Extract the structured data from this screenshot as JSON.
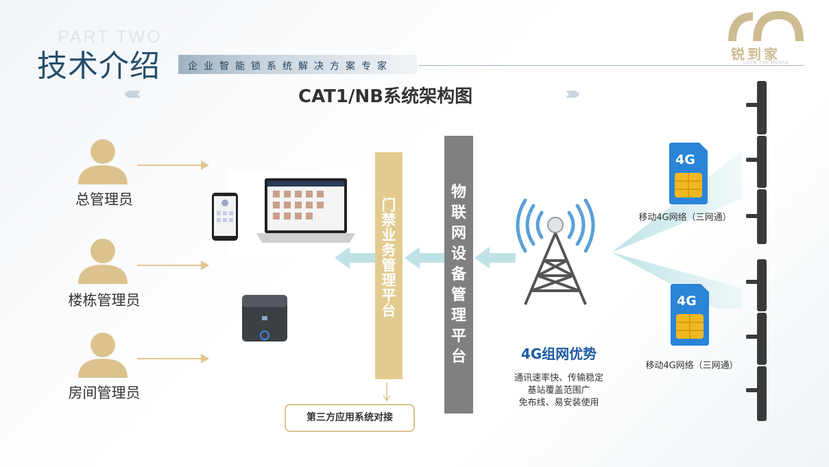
{
  "header": {
    "part_label": "PART TWO",
    "title": "技术介绍",
    "subtitle": "企业智能锁系统解决方案专家",
    "logo_text": "锐到家",
    "logo_sub": "LOCK THE HOUSE"
  },
  "diagram": {
    "title": "CAT1/NB系统架构图",
    "roles": [
      "总管理员",
      "楼栋管理员",
      "房间管理员"
    ],
    "access_platform": "门禁业务管理平台",
    "iot_platform": "物联网设备管理平台",
    "third_party": "第三方应用系统对接",
    "advantage": {
      "title": "4G组网优势",
      "lines": [
        "通讯速率快、传输稳定",
        "基站覆盖范围广",
        "免布线、易安装使用"
      ]
    },
    "networks": [
      {
        "sim_label": "4G",
        "caption": "移动4G网络（三网通）"
      },
      {
        "sim_label": "4G",
        "caption": "移动4G网络（三网通）"
      }
    ]
  },
  "colors": {
    "gold": "#e2cb8f",
    "gray": "#808080",
    "title_blue": "#264d6b",
    "accent_blue": "#1d5ba3"
  }
}
